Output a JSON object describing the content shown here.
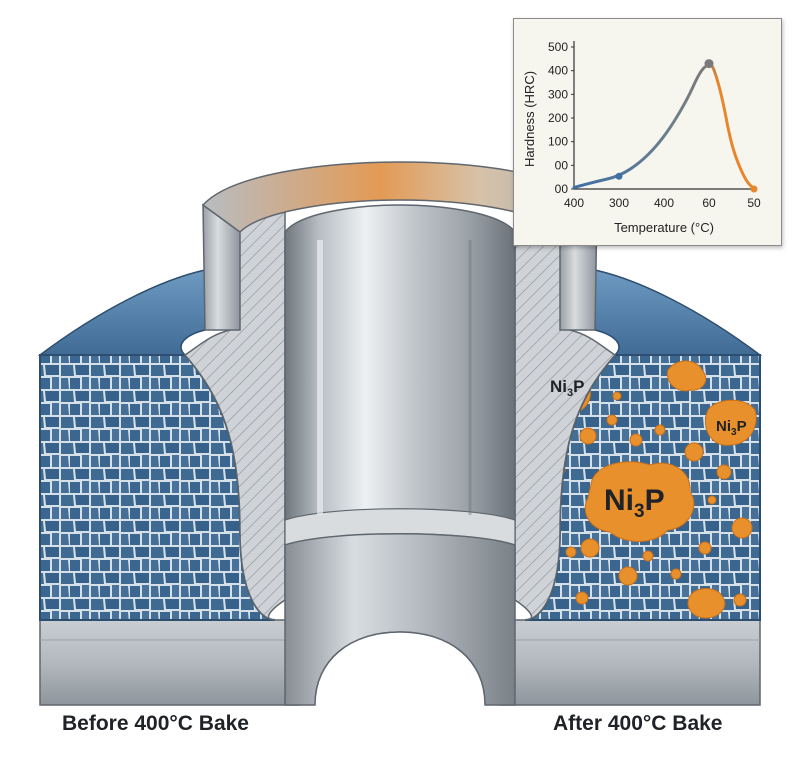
{
  "captions": {
    "before": "Before 400°C Bake",
    "after": "After 400°C Bake"
  },
  "precipitate_labels": [
    {
      "base": "Ni",
      "sub": "3",
      "tail": "P"
    },
    {
      "base": "Ni",
      "sub": "3",
      "tail": "P"
    },
    {
      "base": "Ni",
      "sub": "3",
      "tail": "P"
    }
  ],
  "colors": {
    "steel_light": "#e6e9ec",
    "steel_dark": "#7d838a",
    "coating_blue": "#4a7aa6",
    "grain_blue": "#3e6a92",
    "grain_boundary": "#d7e2ea",
    "precipitate_orange": "#e8902c",
    "curve_blue": "#3f6fa6",
    "curve_gray": "#7a7a7a",
    "curve_orange": "#e8862e"
  },
  "chart_data": {
    "type": "line",
    "xlabel": "Temperature (°C)",
    "ylabel": "Hardness (HRC)",
    "x_ticks": [
      "400",
      "300",
      "400",
      "60",
      "50"
    ],
    "y_ticks": [
      "500",
      "400",
      "300",
      "200",
      "100",
      "00",
      "00"
    ],
    "series": [
      {
        "x": [
          0.0,
          0.5,
          1.0,
          1.5,
          2.0,
          2.5,
          2.8,
          3.0,
          3.1,
          3.3,
          3.5,
          3.8,
          4.0
        ],
        "y": [
          35,
          55,
          72,
          120,
          200,
          320,
          420,
          445,
          435,
          330,
          170,
          60,
          30
        ]
      }
    ],
    "markers": [
      {
        "x": 1.0,
        "y": 72
      },
      {
        "x": 3.0,
        "y": 445
      },
      {
        "x": 4.0,
        "y": 30
      }
    ],
    "x_range": [
      0,
      4
    ],
    "y_range": [
      30,
      500
    ],
    "grid": false
  }
}
